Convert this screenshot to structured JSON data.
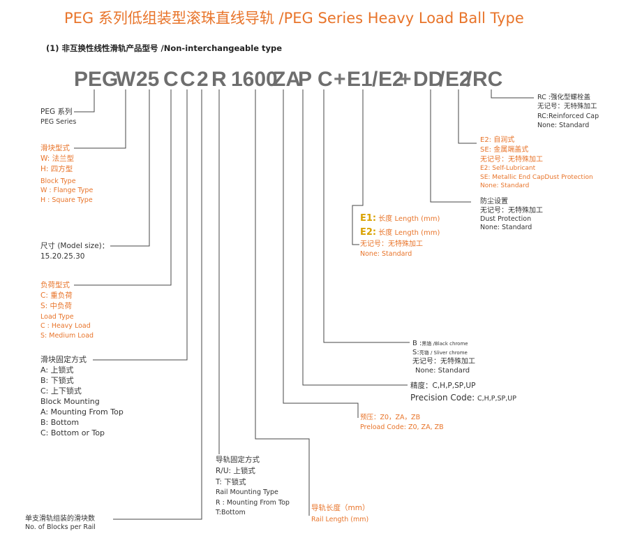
{
  "header": {
    "title": "PEG 系列低组装型滚珠直线导轨 /PEG Series Heavy Load Ball Type",
    "subtitle": "(1) 非互换性线性滑轨产品型号 /Non-interchangeable type"
  },
  "code_parts": [
    "PEG",
    "W",
    "25",
    "C",
    "C",
    "2",
    "R",
    "1600",
    "ZA",
    "P",
    "C",
    "+",
    "E1",
    "/",
    "E2",
    "+",
    "DD",
    "/",
    "E2",
    "/",
    "RC"
  ],
  "labels": {
    "series": {
      "l1": "PEG 系列",
      "l2": "PEG Series"
    },
    "block_type": {
      "l1": "滑块型式",
      "l2": "W: 法兰型",
      "l3": "H: 四方型",
      "l4": "Block Type",
      "l5": "W : Flange Type",
      "l6": "H : Square Type"
    },
    "model_size": {
      "l1": "尺寸 (Model size)：",
      "l2": "15.20.25.30"
    },
    "load_type": {
      "l1": "负荷型式",
      "l2": "C: 重负荷",
      "l3": "S: 中负荷",
      "l4": "Load Type",
      "l5": "C : Heavy Load",
      "l6": "S: Medium  Load"
    },
    "block_mounting": {
      "l1": "滑块固定方式",
      "l2": "A:  上锁式",
      "l3": "B:  下锁式",
      "l4": "C:  上下锁式",
      "l5": "Block Mounting",
      "l6": "A:  Mounting From Top",
      "l7": "B:  Bottom",
      "l8": "C:  Bottom or Top"
    },
    "blocks_per_rail": {
      "l1": "单支滑轨组装的滑块数",
      "l2": "No. of Blocks per Rail"
    },
    "rail_mounting": {
      "l1": "导轨固定方式",
      "l2": "R/U: 上锁式",
      "l3": "T: 下锁式",
      "l4": "Rail Mounting Type",
      "l5": "R : Mounting From Top",
      "l6": "T:Bottom"
    },
    "rail_length": {
      "l1": "导轨长度（mm）",
      "l2": "Rail Length (mm)"
    },
    "preload": {
      "l1": "预压：Z0，ZA，ZB",
      "l2": "Preload Code: Z0, ZA, ZB"
    },
    "precision": {
      "l1": "精度：C,H,P,SP,UP",
      "l2a": "Precision Code: ",
      "l2b": "C,H,P,SP,UP"
    },
    "surface": {
      "l1a": "B :",
      "l1b": "黑铬 /Black chrome",
      "l2a": "S:",
      "l2b": "亮铬 / Sliver chrome",
      "l3": "无记号：无特殊加工",
      "l4": "None: Standard"
    },
    "e1e2": {
      "k1": "E1:",
      "v1": " 长度  Length (mm)",
      "k2": "E2:",
      "v2": " 长度  Length (mm)",
      "l3": "无记号：无特殊加工",
      "l4": "None: Standard"
    },
    "dust": {
      "l1": "防尘设置",
      "l2": "无记号：无特殊加工",
      "l3": "Dust Protection",
      "l4": "None: Standard"
    },
    "e2_lub": {
      "l1": "E2: 自润式",
      "l2": "SE: 金属端盖式",
      "l3": "无记号：无特殊加工",
      "l4": "E2: Self-Lubricant",
      "l5": "SE: Metallic End CapDust Protection",
      "l6": "None: Standard"
    },
    "rc": {
      "l1": "RC :强化型螺栓盖",
      "l2": "无记号：无特殊加工",
      "l3": "RC:Reinforced Cap",
      "l4": "None: Standard"
    }
  },
  "colors": {
    "accent": "#E8742A",
    "code": "#6e6e6e",
    "highlight": "#D9A100",
    "line": "#444444"
  }
}
